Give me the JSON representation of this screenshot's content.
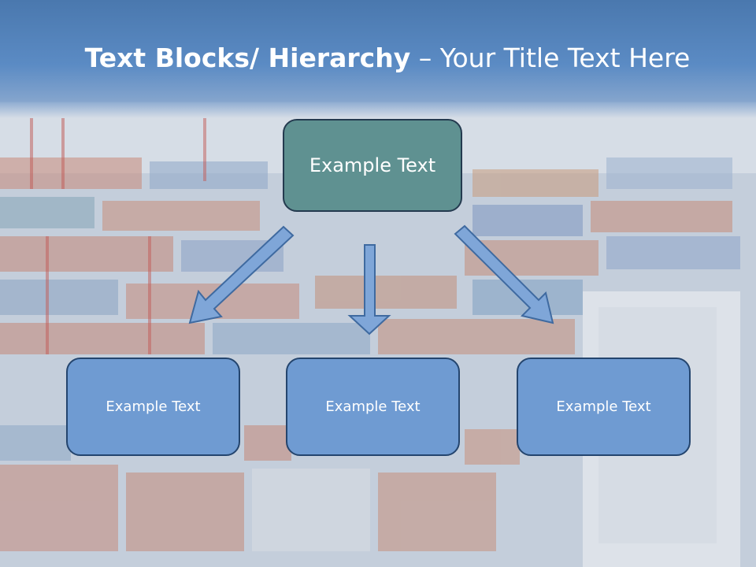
{
  "slide": {
    "title_bold": "Text Blocks/ Hierarchy",
    "title_rest": " – Your Title Text Here"
  },
  "hierarchy": {
    "root": "Example Text",
    "children": [
      "Example Text",
      "Example Text",
      "Example Text"
    ]
  },
  "colors": {
    "title_band": "#5b8bc4",
    "root_fill": "#5f9191",
    "root_border": "#243a4f",
    "child_fill": "#6f9bd2",
    "child_border": "#24456e",
    "arrow_fill": "#7fa6d8",
    "arrow_stroke": "#3f6aa0"
  },
  "background": {
    "image": "container-port-photo"
  }
}
